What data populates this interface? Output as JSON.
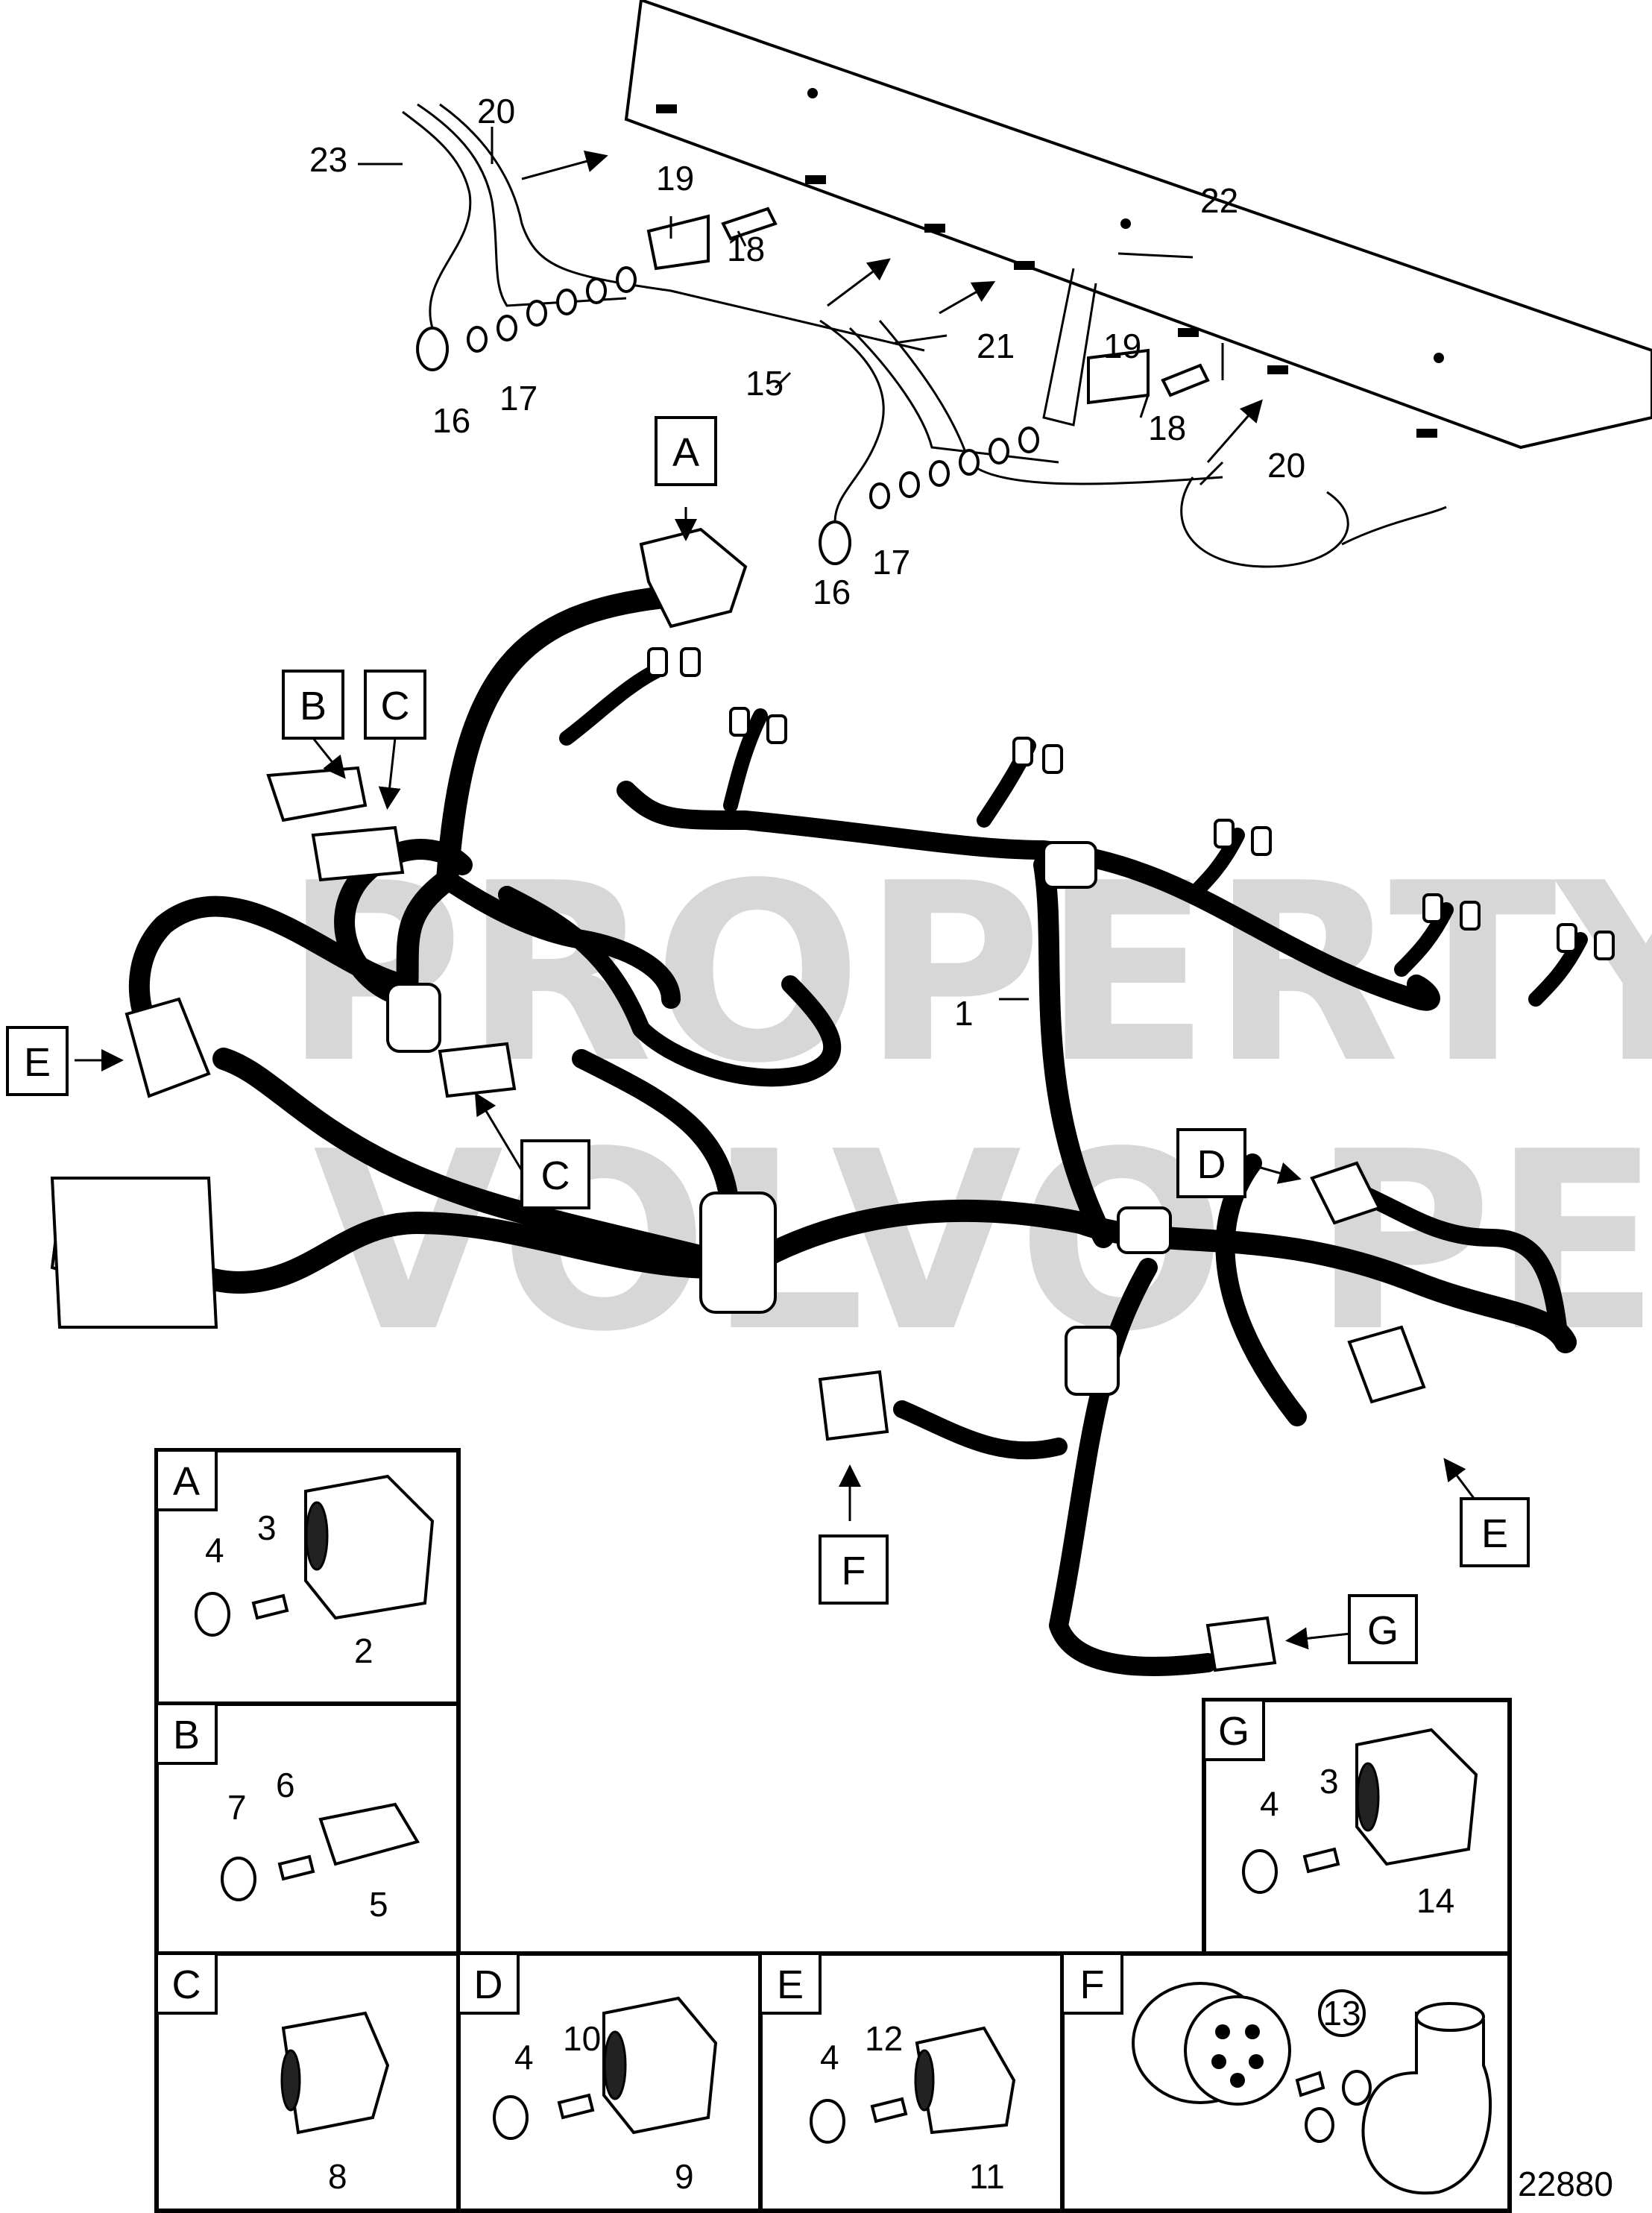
{
  "watermark": [
    "PROPERTY OF",
    "VOLVO PENTA"
  ],
  "drawing_number": "22880",
  "callout_letters": {
    "A": "A",
    "B": "B",
    "C": "C",
    "D": "D",
    "E": "E",
    "F": "F",
    "G": "G"
  },
  "part_numbers": {
    "p1": "1",
    "p2": "2",
    "p3": "3",
    "p4": "4",
    "p5": "5",
    "p6": "6",
    "p7": "7",
    "p8": "8",
    "p9": "9",
    "p10": "10",
    "p11": "11",
    "p12": "12",
    "p13": "13",
    "p14": "14",
    "p15": "15",
    "p16": "16",
    "p17": "17",
    "p18": "18",
    "p19": "19",
    "p20": "20",
    "p21": "21",
    "p22": "22",
    "p23": "23"
  }
}
